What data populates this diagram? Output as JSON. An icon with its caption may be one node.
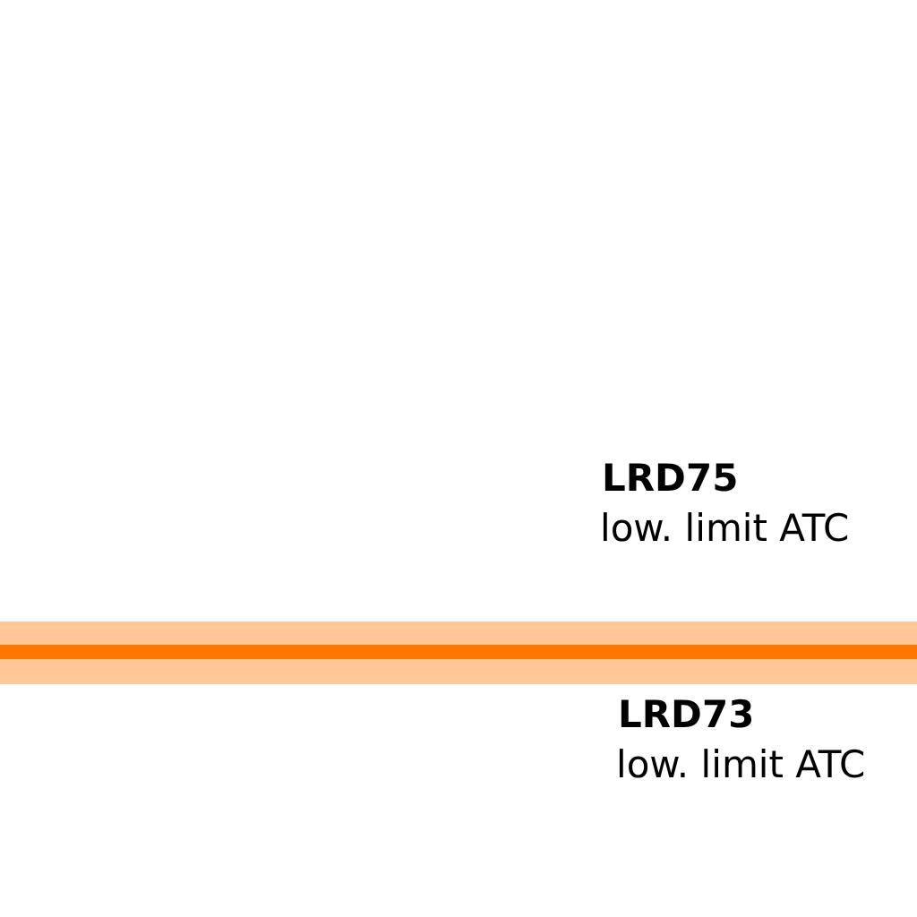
{
  "diagram": {
    "labels": [
      "LRD75",
      "low. limit ATC",
      "LRD73",
      "low. limit ATC"
    ]
  }
}
